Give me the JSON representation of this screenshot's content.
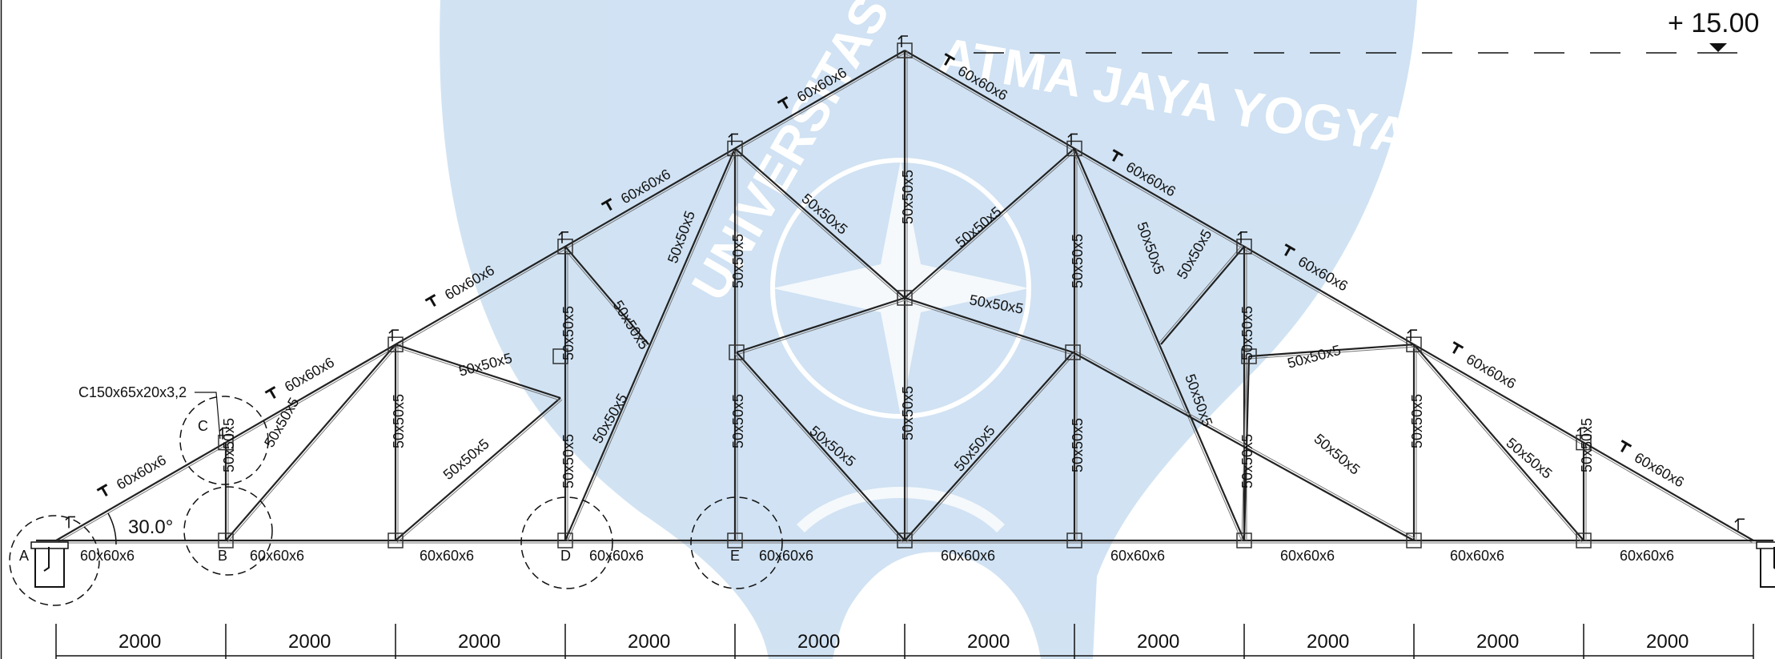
{
  "elevation": "+ 15.00",
  "angle": "30.0°",
  "purlin": "C150x65x20x3,2",
  "nodes": [
    "A",
    "B",
    "C",
    "D",
    "E"
  ],
  "dimension": "2000",
  "sections": {
    "top_chord": "60x60x6",
    "bottom_chord": "60x60x6",
    "web": "50x50x5"
  },
  "colors": {
    "line": "#222222",
    "watermark": "#5b9bd5"
  },
  "watermark_text": "UNIVERSITAS ATMA JAYA YOGYAKARTA",
  "icons": [
    "angle-section-icon",
    "support-block-icon",
    "elevation-marker-icon",
    "detail-circle-icon"
  ]
}
